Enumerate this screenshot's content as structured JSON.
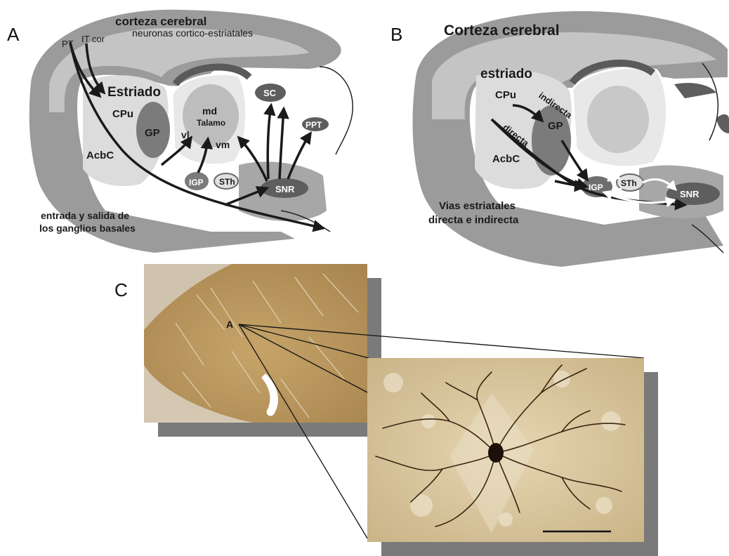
{
  "panels": {
    "A": {
      "letter": "A",
      "title": "corteza cerebral",
      "subtitle": "neuronas cortico-estriatales",
      "inputs": [
        "PT",
        "IT cor"
      ],
      "regions": {
        "estriado": "Estriado",
        "cpu": "CPu",
        "acbc": "AcbC",
        "gp": "GP",
        "md": "md",
        "talamo": "Talamo",
        "vl": "vl",
        "vm": "vm",
        "igp": "IGP",
        "sth": "STh",
        "snr": "SNR",
        "sc": "SC",
        "ppt": "PPT"
      },
      "caption_line1": "entrada y salida de",
      "caption_line2": "los ganglios basales"
    },
    "B": {
      "letter": "B",
      "title": "Corteza cerebral",
      "regions": {
        "estriado": "estriado",
        "cpu": "CPu",
        "acbc": "AcbC",
        "gp": "GP",
        "igp": "IGP",
        "sth": "STh",
        "snr": "SNR"
      },
      "pathways": {
        "indirect": "indirecta",
        "direct": "directa"
      },
      "caption_line1": "Vias estriatales",
      "caption_line2": "directa e indirecta"
    },
    "C": {
      "letter": "C",
      "marker": "A"
    }
  },
  "colors": {
    "cortex": "#9b9b9b",
    "cortex_inner": "#c4c4c4",
    "striatum": "#dcdcdc",
    "dark_nucleus": "#6a6a6a",
    "arrow": "#1a1a1a",
    "stain_bg": "#c9a96b",
    "shadow": "#7a7a7a"
  }
}
